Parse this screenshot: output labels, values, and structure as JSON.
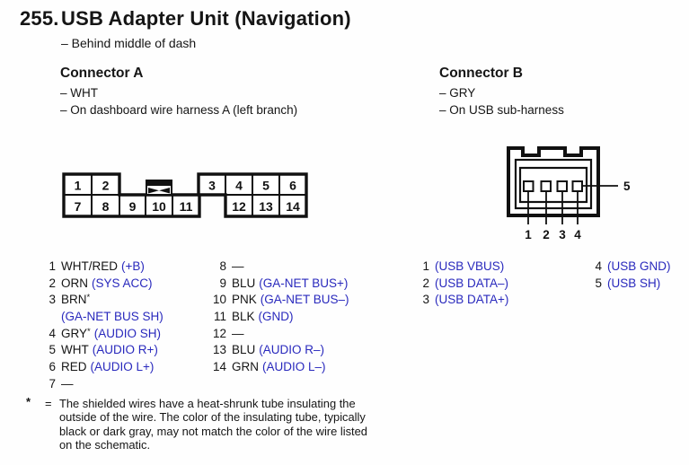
{
  "page": {
    "number": "255.",
    "title": "USB Adapter Unit (Navigation)",
    "location_note": "– Behind middle of dash"
  },
  "colors": {
    "signal_blue": "#2929bd",
    "ink": "#151515"
  },
  "connector_a": {
    "title": "Connector A",
    "color_note": "– WHT",
    "harness_note": "– On dashboard wire harness A (left branch)",
    "diagram_pins": [
      "1",
      "2",
      "3",
      "4",
      "5",
      "6",
      "7",
      "8",
      "9",
      "10",
      "11",
      "12",
      "13",
      "14"
    ],
    "pins": [
      {
        "num": "1",
        "wire": "WHT/RED",
        "star": "",
        "signal": "(+B)"
      },
      {
        "num": "2",
        "wire": "ORN",
        "star": "",
        "signal": "(SYS ACC)"
      },
      {
        "num": "3",
        "wire": "BRN",
        "star": "*",
        "signal": "(GA-NET BUS SH)"
      },
      {
        "num": "4",
        "wire": "GRY",
        "star": "*",
        "signal": "(AUDIO SH)"
      },
      {
        "num": "5",
        "wire": "WHT",
        "star": "",
        "signal": "(AUDIO R+)"
      },
      {
        "num": "6",
        "wire": "RED",
        "star": "",
        "signal": "(AUDIO L+)"
      },
      {
        "num": "7",
        "wire": "—",
        "star": "",
        "signal": ""
      },
      {
        "num": "8",
        "wire": "—",
        "star": "",
        "signal": ""
      },
      {
        "num": "9",
        "wire": "BLU",
        "star": "",
        "signal": "(GA-NET BUS+)"
      },
      {
        "num": "10",
        "wire": "PNK",
        "star": "",
        "signal": "(GA-NET BUS–)"
      },
      {
        "num": "11",
        "wire": "BLK",
        "star": "",
        "signal": "(GND)"
      },
      {
        "num": "12",
        "wire": "—",
        "star": "",
        "signal": ""
      },
      {
        "num": "13",
        "wire": "BLU",
        "star": "",
        "signal": "(AUDIO R–)"
      },
      {
        "num": "14",
        "wire": "GRN",
        "star": "",
        "signal": "(AUDIO L–)"
      }
    ]
  },
  "connector_b": {
    "title": "Connector B",
    "color_note": "– GRY",
    "harness_note": "– On USB sub-harness",
    "diagram_pins": [
      "1",
      "2",
      "3",
      "4",
      "5"
    ],
    "pins": [
      {
        "num": "1",
        "signal": "(USB VBUS)"
      },
      {
        "num": "2",
        "signal": "(USB DATA–)"
      },
      {
        "num": "3",
        "signal": "(USB DATA+)"
      },
      {
        "num": "4",
        "signal": "(USB GND)"
      },
      {
        "num": "5",
        "signal": "(USB SH)"
      }
    ]
  },
  "footnote": {
    "symbol": "*",
    "equals": "=",
    "lines": [
      "The shielded wires have a heat-shrunk tube insulating the",
      "outside of the wire. The color of the insulating tube, typically",
      "black or dark gray, may not match the color of the wire listed",
      "on the schematic."
    ]
  }
}
